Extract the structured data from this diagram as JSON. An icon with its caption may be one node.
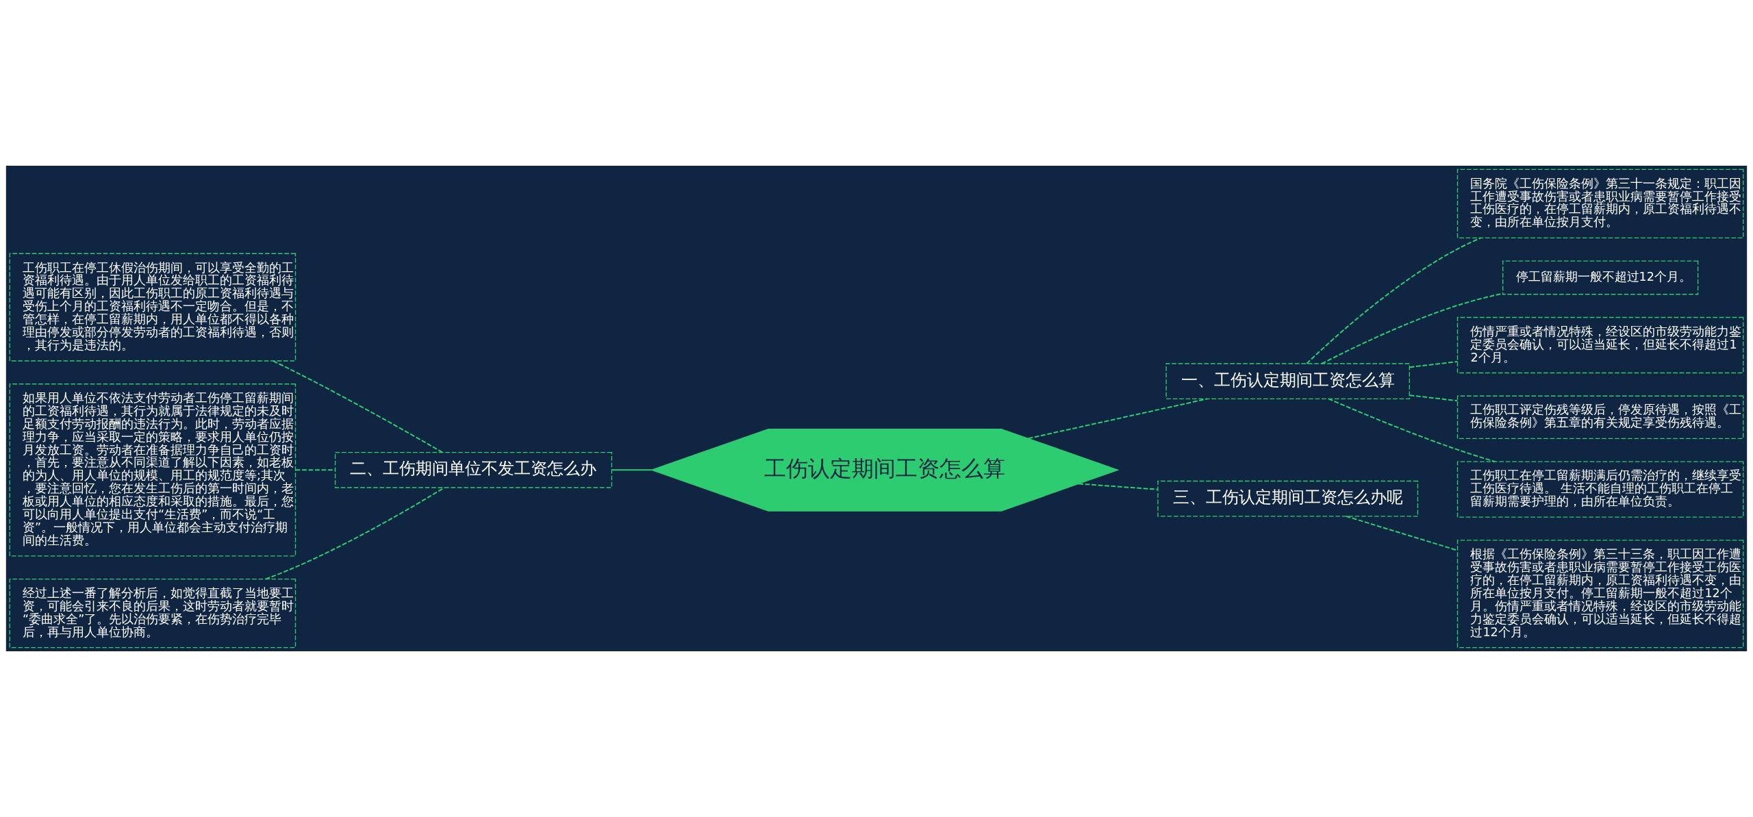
{
  "diagram": {
    "nodes": [
      {
        "text": [
          "工伤认定期间工资怎么算"
        ]
      },
      {
        "text": [
          "一、工伤认定期间工资怎么算"
        ]
      },
      {
        "text": [
          "国务院《工伤保险条例》第三十一条规定：职工因工作遭受事故伤害或者患职业病需要暂停工作接受工伤医疗的，在停工留薪期内，原工资福利待遇不变，由所在单位按月支付。"
        ]
      },
      {
        "text": [
          "停工留薪期一般不超过12个月。"
        ]
      },
      {
        "text": [
          "伤情严重或者情况特殊，经设区的市级劳动能力鉴定委员会确认，可以适当延长，但延长不得超过12个月。"
        ]
      },
      {
        "text": [
          "工伤职工评定伤残等级后，停发原待遇，按照《工伤保险条例》第五章的有关规定享受伤残待遇。"
        ]
      },
      {
        "text": [
          "工伤职工在停工留薪期满后仍需治疗的，继续享受工伤医疗待遇。 生活不能自理的工伤职工在停工留薪期需要护理的，由所在单位负责。"
        ]
      },
      {
        "text": [
          "二、工伤期间单位不发工资怎么办"
        ]
      },
      {
        "text": [
          "工伤职工在停工休假治伤期间，可以享受全勤的工资福利待遇。由于用人单位发给职工的工资福利待遇可能有区别，因此工伤职工的原工资福利待遇与受伤上个月的工资福利待遇不一定吻合。但是，不管怎样，在停工留薪期内，用人单位都不得以各种理由停发或部分停发劳动者的工资福利待遇，否则，其行为是违法的。"
        ]
      },
      {
        "text": [
          "如果用人单位不依法支付劳动者工伤停工留薪期间的工资福利待遇，其行为就属于法律规定的未及时足额支付劳动报酬的违法行为。此时，劳动者应据理力争，应当采取一定的策略，要求用人单位仍按月发放工资。劳动者在准备据理力争自己的工资时，首先，要注意从不同渠道了解以下因素，如老板的为人、用人单位的规模、用工的规范度等;其次，要注意回忆，您在发生工伤后的第一时间内，老板或用人单位的相应态度和采取的措施。最后，您可以向用人单位提出支付“生活费”，而不说“工资”。一般情况下，用人单位都会主动支付治疗期间的生活费。"
        ]
      },
      {
        "text": [
          "经过上述一番了解分析后，如觉得直截了当地要工资，可能会引来不良的后果，这时劳动者就要暂时“委曲求全”了。先以治伤要紧，在伤势治疗完毕后，再与用人单位协商。"
        ]
      },
      {
        "text": [
          "三、工伤认定期间工资怎么办呢"
        ]
      },
      {
        "text": [
          "根据《工伤保险条例》第三十三条，职工因工作遭受事故伤害或者患职业病需要暂停工作接受工伤医疗的，在停工留薪期内，原工资福利待遇不变，由所在单位按月支付。停工留薪期一般不超过12个月。伤情严重或者情况特殊，经设区的市级劳动能力鉴定委员会确认，可以适当延长，但延长不得超过12个月。"
        ]
      }
    ],
    "edges": [
      {
        "from": 0,
        "to": 1,
        "arrow": "none",
        "style": "dashed"
      },
      {
        "from": 1,
        "to": 2,
        "arrow": "none",
        "style": "dashed"
      },
      {
        "from": 1,
        "to": 3,
        "arrow": "none",
        "style": "dashed"
      },
      {
        "from": 1,
        "to": 4,
        "arrow": "none",
        "style": "dashed"
      },
      {
        "from": 1,
        "to": 5,
        "arrow": "none",
        "style": "dashed"
      },
      {
        "from": 1,
        "to": 6,
        "arrow": "none",
        "style": "dashed"
      },
      {
        "from": 0,
        "to": 7,
        "arrow": "none"
      },
      {
        "from": 7,
        "to": 8,
        "arrow": "none",
        "style": "dashed"
      },
      {
        "from": 7,
        "to": 9,
        "arrow": "none",
        "style": "dashed"
      },
      {
        "from": 7,
        "to": 10,
        "arrow": "none",
        "style": "dashed"
      },
      {
        "from": 0,
        "to": 11,
        "arrow": "none",
        "style": "dashed"
      },
      {
        "from": 11,
        "to": 12,
        "arrow": "none",
        "style": "dashed"
      }
    ]
  }
}
